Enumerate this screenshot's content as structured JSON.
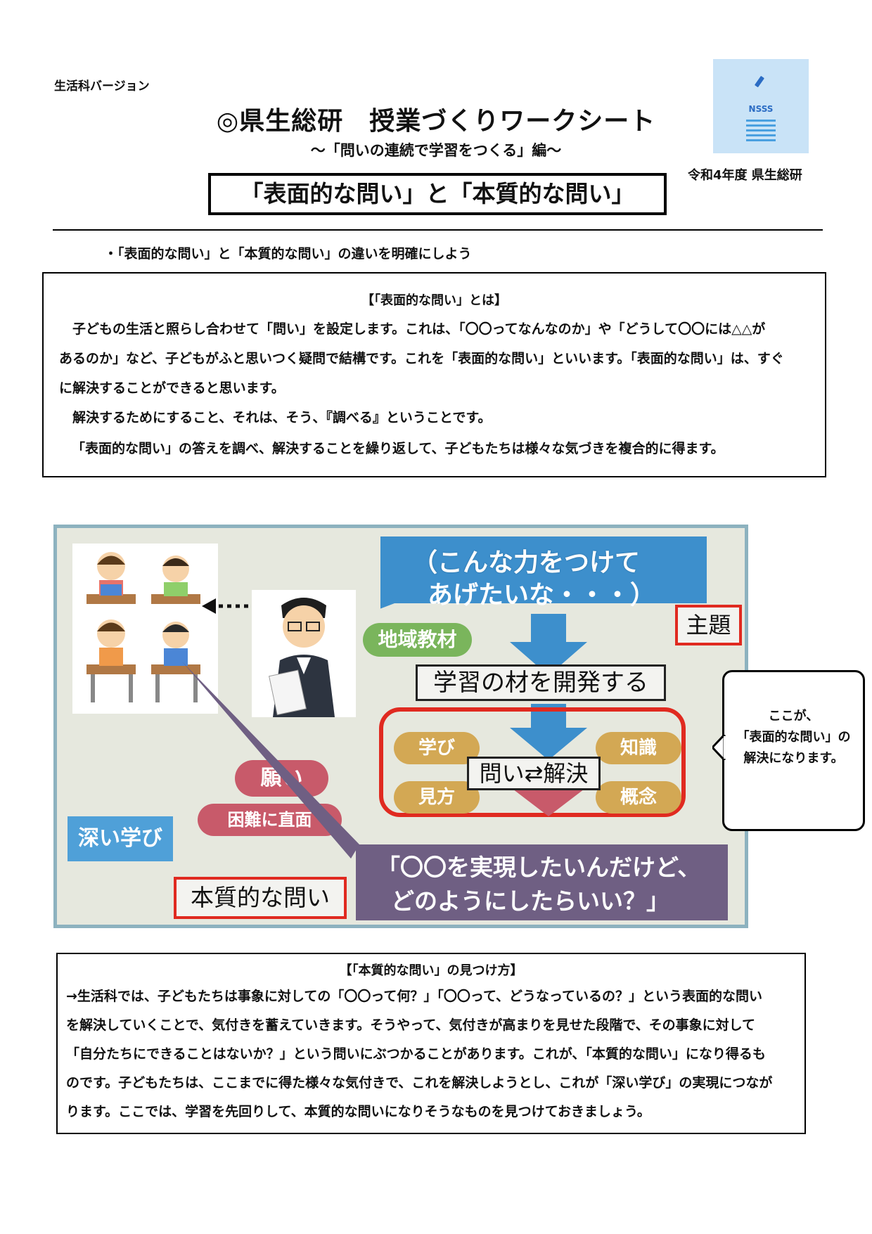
{
  "header": {
    "version": "生活科バージョン",
    "title": "◎県生総研　授業づくりワークシート",
    "subtitle": "～「問いの連続で学習をつくる」編～",
    "org": "令和4年度 県生総研",
    "logo_text": "NSSS"
  },
  "topic": "「表面的な問い」と「本質的な問い」",
  "intro_bullet": "・「表面的な問い」と「本質的な問い」の違いを明確にしよう",
  "surface_box": {
    "heading": "【「表面的な問い」とは】",
    "line1": "　子どもの生活と照らし合わせて「問い」を設定します。これは、「〇〇ってなんなのか」や「どうして〇〇には△△が",
    "line2": "あるのか」など、子どもがふと思いつく疑問で結構です。これを「表面的な問い」といいます。「表面的な問い」は、すぐ",
    "line3": "に解決することができると思います。",
    "line4": "　解決するためにすること、それは、そう、『調べる』ということです。",
    "line5": "「表面的な問い」の答えを調べ、解決することを繰り返して、子どもたちは様々な気づきを複合的に得ます。"
  },
  "diagram": {
    "goal_line1": "（こんな力をつけて",
    "goal_line2": "あげたいな・・・）",
    "theme": "主題",
    "local_material": "地域教材",
    "develop": "学習の材を開発する",
    "manabi": "学び",
    "chishiki": "知識",
    "toi_kaiketsu": "問い⇄解決",
    "mikata": "見方",
    "gainen": "概念",
    "negai": "願い",
    "konnan": "困難に直面",
    "fukai": "深い学び",
    "honshitsu": "本質的な問い",
    "quote_line1": "「〇〇を実現したいんだけど、",
    "quote_line2": "どのようにしたらいい？」",
    "colors": {
      "blue": "#3d8fcc",
      "purple": "#6f5f83",
      "tan": "#d3a854",
      "pink": "#c85a6a",
      "green": "#7ab55c",
      "red": "#e02a20"
    }
  },
  "callout": {
    "line1": "ここが、",
    "line2": "「表面的な問い」の",
    "line3": "解決になります。"
  },
  "essential_box": {
    "heading": "【「本質的な問い」の見つけ方】",
    "line1": "→生活科では、子どもたちは事象に対しての「〇〇って何？」「〇〇って、どうなっているの？」という表面的な問い",
    "line2": "を解決していくことで、気付きを蓄えていきます。そうやって、気付きが高まりを見せた段階で、その事象に対して",
    "line3": "「自分たちにできることはないか？」という問いにぶつかることがあります。これが、「本質的な問い」になり得るも",
    "line4": "のです。子どもたちは、ここまでに得た様々な気付きで、これを解決しようとし、これが「深い学び」の実現につなが",
    "line5": "ります。ここでは、学習を先回りして、本質的な問いになりそうなものを見つけておきましょう。"
  }
}
